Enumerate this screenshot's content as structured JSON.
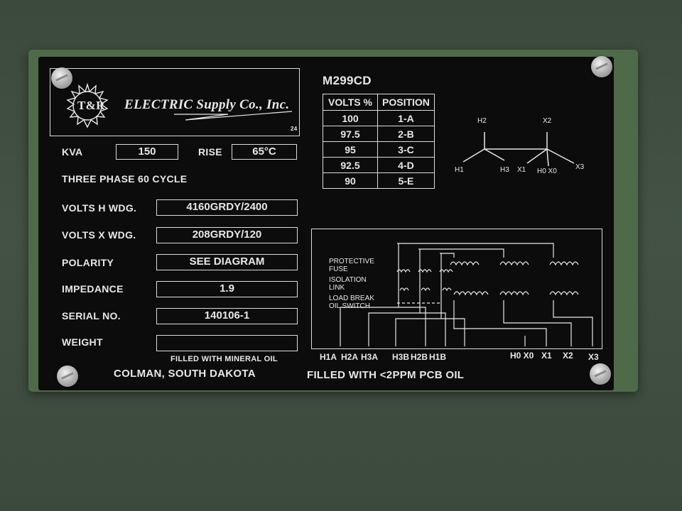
{
  "logo": {
    "monogram": "T&R",
    "company": "ELECTRIC Supply Co., Inc.",
    "code": "24"
  },
  "model": "M299CD",
  "ratings": {
    "kva_label": "KVA",
    "kva_value": "150",
    "rise_label": "RISE",
    "rise_value": "65°C",
    "phase_text": "THREE PHASE 60 CYCLE"
  },
  "fields": [
    {
      "label": "VOLTS H WDG.",
      "value": "4160GRDY/2400"
    },
    {
      "label": "VOLTS X WDG.",
      "value": "208GRDY/120"
    },
    {
      "label": "POLARITY",
      "value": "SEE DIAGRAM"
    },
    {
      "label": "IMPEDANCE",
      "value": "1.9"
    },
    {
      "label": "SERIAL NO.",
      "value": "140106-1"
    },
    {
      "label": "WEIGHT",
      "value": ""
    }
  ],
  "filled_mineral": "FILLED WITH MINERAL OIL",
  "location": "COLMAN, SOUTH DAKOTA",
  "pcb_text": "FILLED WITH <2PPM PCB OIL",
  "tap_table": {
    "headers": [
      "VOLTS %",
      "POSITION"
    ],
    "rows": [
      [
        "100",
        "1-A"
      ],
      [
        "97.5",
        "2-B"
      ],
      [
        "95",
        "3-C"
      ],
      [
        "92.5",
        "4-D"
      ],
      [
        "90",
        "5-E"
      ]
    ]
  },
  "vector_labels": {
    "h2": "H2",
    "h1": "H1",
    "h3": "H3",
    "x2": "X2",
    "x1": "X1",
    "h0x0": "H0 X0",
    "x3": "X3"
  },
  "diagram": {
    "protective_fuse": [
      "PROTECTIVE",
      "FUSE"
    ],
    "isolation_link": [
      "ISOLATION",
      "LINK"
    ],
    "load_break": [
      "LOAD BREAK",
      "OIL SWITCH"
    ],
    "bottom_labels": [
      "H1A",
      "H2A",
      "H3A",
      "H3B",
      "H2B",
      "H1B",
      "H0 X0",
      "X1",
      "X2",
      "X3"
    ]
  },
  "colors": {
    "plate": "#0c0c0c",
    "frame": "#4f6a48",
    "text": "#e8e8e8",
    "background": "#3f4d40"
  }
}
